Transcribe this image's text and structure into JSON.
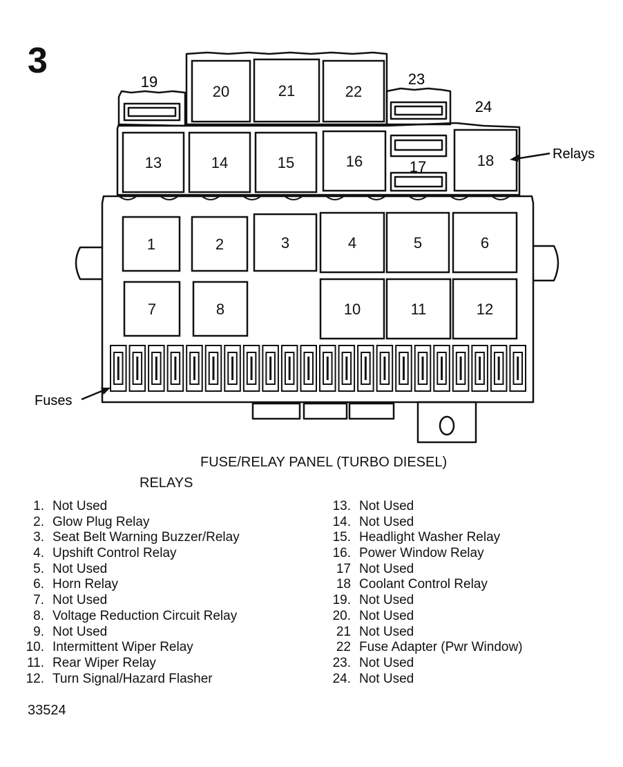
{
  "figure_number": "3",
  "diagram": {
    "upper_relays": [
      "20",
      "21",
      "22"
    ],
    "middle_relays": [
      "13",
      "14",
      "15",
      "16",
      "18"
    ],
    "top_fuse_labels": [
      "19",
      "23",
      "24",
      "17"
    ],
    "main_relays_row1": [
      "1",
      "2",
      "3",
      "4",
      "5",
      "6"
    ],
    "main_relays_row2": [
      "7",
      "8",
      "10",
      "11",
      "12"
    ],
    "callout_relays": "Relays",
    "callout_fuses": "Fuses",
    "fuse_count": 22
  },
  "caption": "FUSE/RELAY PANEL (TURBO DIESEL)",
  "legend_heading": "RELAYS",
  "legend_left": [
    {
      "num": "1.",
      "text": "Not Used"
    },
    {
      "num": "2.",
      "text": "Glow Plug Relay"
    },
    {
      "num": "3.",
      "text": "Seat Belt Warning Buzzer/Relay"
    },
    {
      "num": "4.",
      "text": "Upshift Control Relay"
    },
    {
      "num": "5.",
      "text": "Not Used"
    },
    {
      "num": "6.",
      "text": "Horn Relay"
    },
    {
      "num": "7.",
      "text": "Not Used"
    },
    {
      "num": "8.",
      "text": "Voltage Reduction Circuit Relay"
    },
    {
      "num": "9.",
      "text": "Not Used"
    },
    {
      "num": "10.",
      "text": "Intermittent Wiper Relay"
    },
    {
      "num": "11.",
      "text": "Rear Wiper Relay"
    },
    {
      "num": "12.",
      "text": "Turn Signal/Hazard Flasher"
    }
  ],
  "legend_right": [
    {
      "num": "13.",
      "text": "Not Used"
    },
    {
      "num": "14.",
      "text": "Not Used"
    },
    {
      "num": "15.",
      "text": "Headlight Washer Relay"
    },
    {
      "num": "16.",
      "text": "Power Window Relay"
    },
    {
      "num": "17",
      "text": "Not Used"
    },
    {
      "num": "18",
      "text": "Coolant Control Relay"
    },
    {
      "num": "19.",
      "text": "Not Used"
    },
    {
      "num": "20.",
      "text": "Not Used"
    },
    {
      "num": "21",
      "text": "Not Used"
    },
    {
      "num": "22",
      "text": "Fuse Adapter (Pwr Window)"
    },
    {
      "num": "23.",
      "text": "Not Used"
    },
    {
      "num": "24.",
      "text": "Not Used"
    }
  ],
  "figure_code": "33524"
}
